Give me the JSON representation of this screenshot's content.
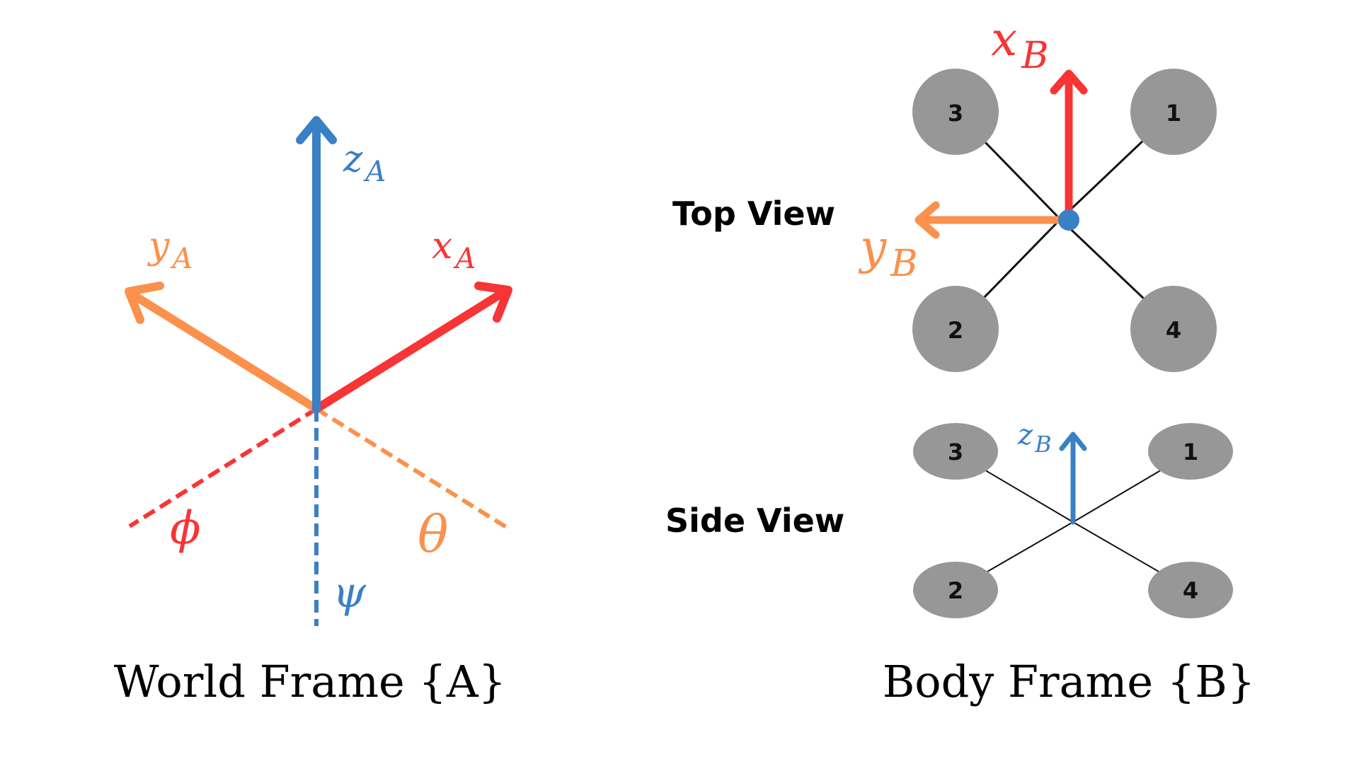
{
  "colors": {
    "x_axis": "#f93434",
    "y_axis": "#fb914c",
    "z_axis": "#3a80c4",
    "rotor": "#979797",
    "arm": "#111111",
    "text": "#000000"
  },
  "world_frame": {
    "caption": "World Frame {A}",
    "axes": {
      "z": {
        "base": "z",
        "sub": "A"
      },
      "y": {
        "base": "y",
        "sub": "A"
      },
      "x": {
        "base": "x",
        "sub": "A"
      }
    },
    "rotations": {
      "phi": "ϕ",
      "theta": "θ",
      "psi": "ψ"
    }
  },
  "body_frame": {
    "caption": "Body Frame {B}",
    "top_view": {
      "label": "Top View",
      "x_axis": {
        "base": "x",
        "sub": "B"
      },
      "y_axis": {
        "base": "y",
        "sub": "B"
      },
      "rotors": [
        "3",
        "1",
        "2",
        "4"
      ]
    },
    "side_view": {
      "label": "Side View",
      "z_axis": {
        "base": "z",
        "sub": "B"
      },
      "rotors": [
        "3",
        "1",
        "2",
        "4"
      ]
    }
  }
}
